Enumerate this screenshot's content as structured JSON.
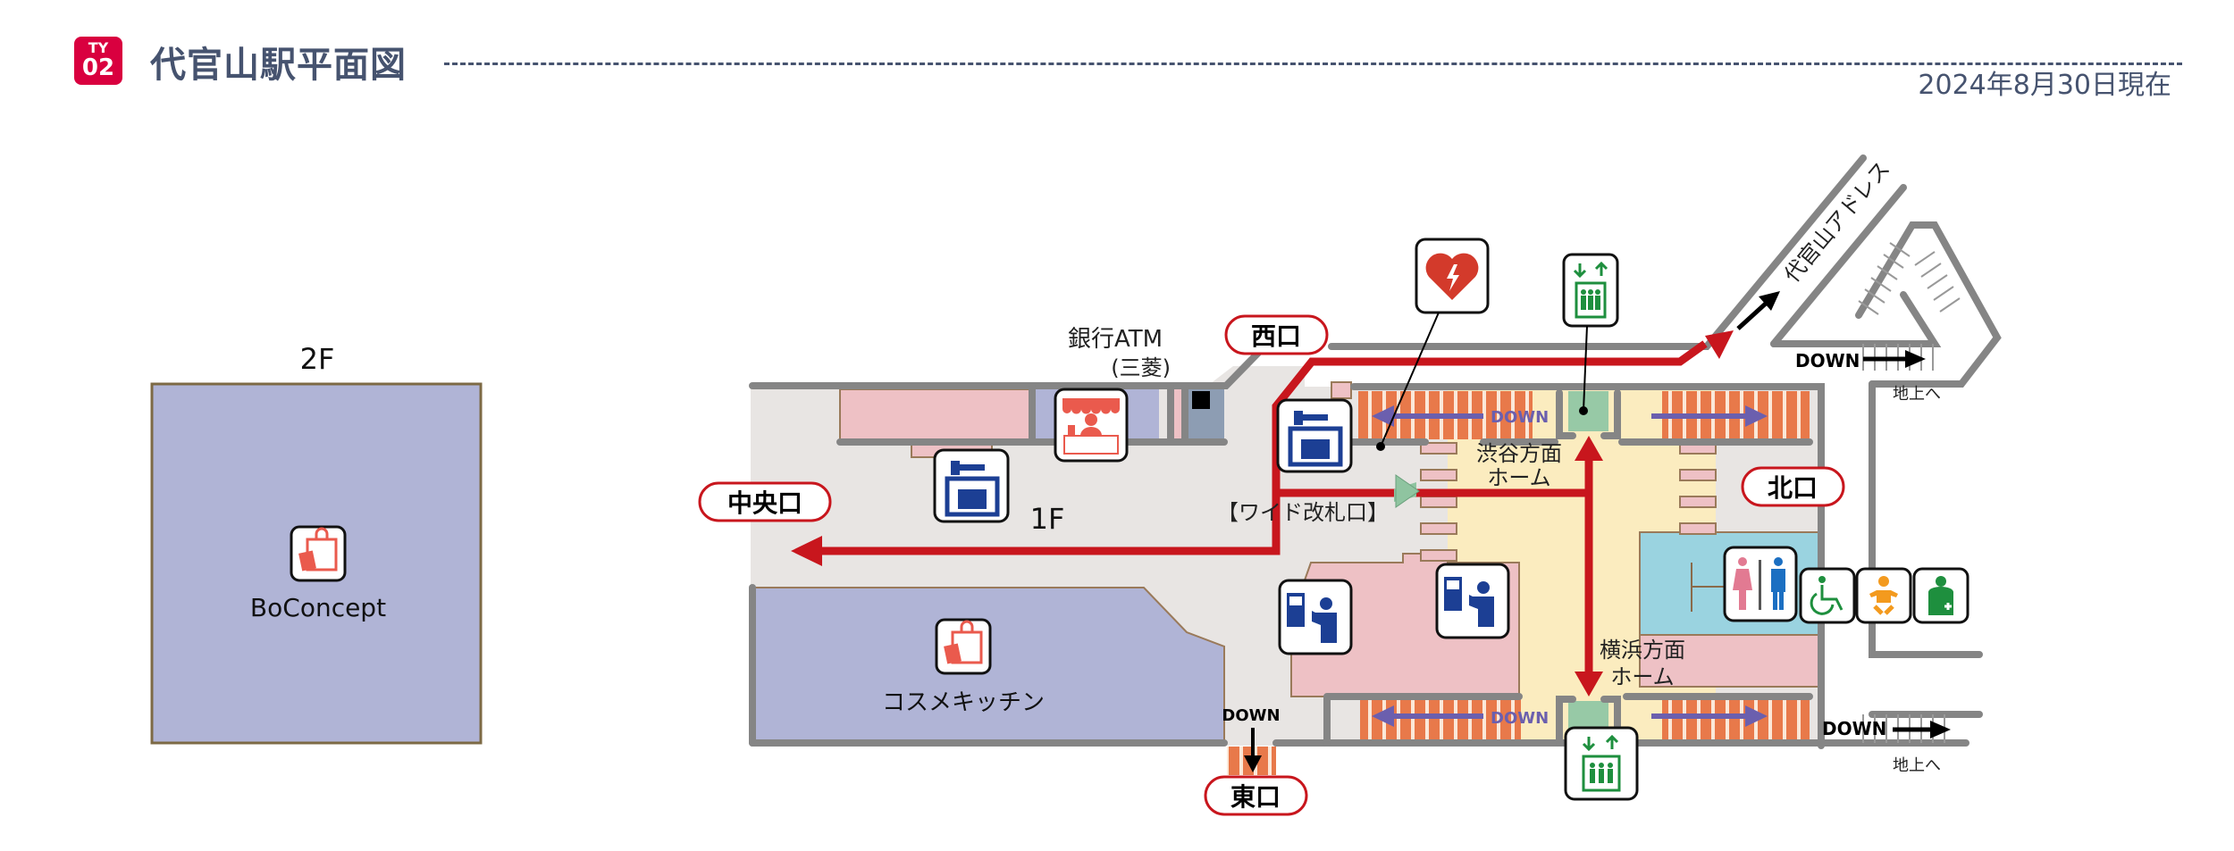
{
  "header": {
    "line_badge_code": "TY",
    "line_badge_number": "02",
    "title": "代官山駅平面図",
    "date": "2024年8月30日現在",
    "badge_color": "#d9003f",
    "title_color": "#46536f"
  },
  "floor_2f": {
    "label": "2F",
    "shop_name": "BoConcept",
    "shop_icon": "shopping-bag-icon"
  },
  "floor_1f": {
    "label": "1F",
    "exits": {
      "central": "中央口",
      "west": "西口",
      "north": "北口",
      "east": "東口"
    },
    "atm_label_line1": "銀行ATM",
    "atm_label_line2": "(三菱)",
    "ticket_gate": "【ワイド改札口】",
    "platform_shibuya_line1": "渋谷方面",
    "platform_shibuya_line2": "ホーム",
    "platform_yokohama_line1": "横浜方面",
    "platform_yokohama_line2": "ホーム",
    "shop_cosme": "コスメキッチン",
    "address_building": "代官山アドレス",
    "down_label": "DOWN",
    "to_ground": "地上へ",
    "icons": [
      "coin-locker-icon",
      "shop-kiosk-icon",
      "aed-icon",
      "elevator-icon",
      "ticket-machine-icon",
      "restroom-icon",
      "wheelchair-icon",
      "baby-changing-icon",
      "ostomate-icon"
    ]
  },
  "colors": {
    "route_red": "#c8161d",
    "wall_gray": "#858585",
    "shop_purple": "#b0b4d6",
    "shop_pink": "#eec1c5",
    "concourse_gray": "#e8e5e3",
    "platform_yellow": "#fbecbf",
    "stairs_orange": "#e8794a",
    "escalator_arrow": "#6b5fae",
    "elevator_green": "#97c9a6",
    "restroom_blue": "#9ad3e0"
  }
}
